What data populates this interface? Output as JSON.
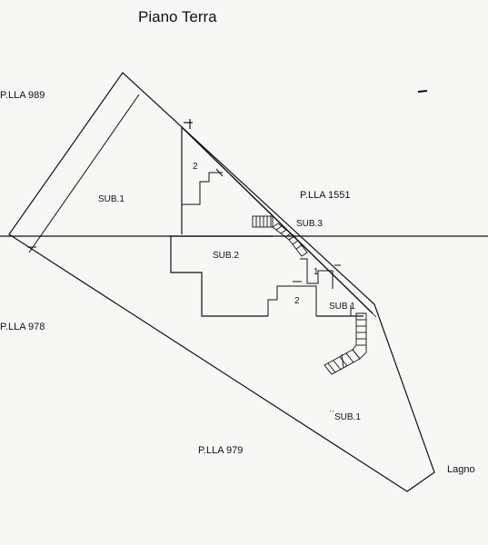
{
  "title": "Piano Terra",
  "labels": {
    "p989": "P.LLA 989",
    "p1551": "P.LLA 1551",
    "p978": "P.LLA 978",
    "p979": "P.LLA 979",
    "lagno": "Lagno",
    "sub1_left": "SUB.1",
    "sub2": "SUB.2",
    "sub3": "SUB.3",
    "sub1_right": "SUB 1",
    "sub1_bottom": "SUB.1",
    "room2_top": "2",
    "room2_bottom": "2",
    "room1": "1"
  },
  "colors": {
    "line": "#111111",
    "paper": "#f7f7f5"
  }
}
